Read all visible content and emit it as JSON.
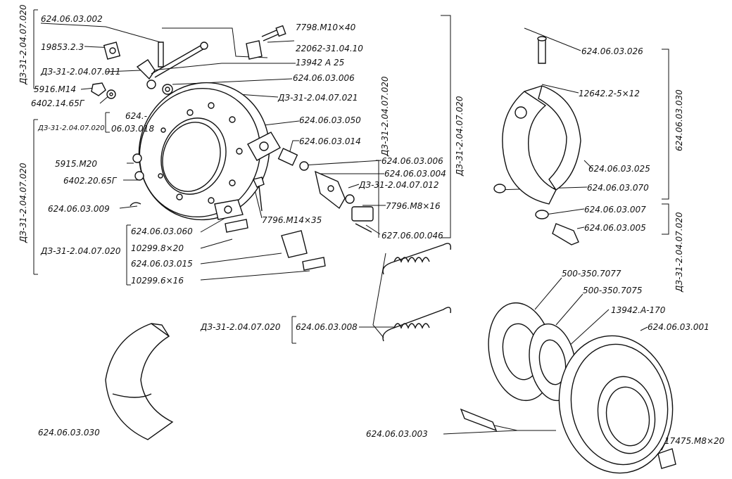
{
  "labels": {
    "l_003_002": "624.06.03.002",
    "l_19853": "19853.2.3",
    "l_d3_011": "ДЗ-31-2.04.07.011",
    "l_5916": "5916.М14",
    "l_6402_14": "6402.14.65Г",
    "l_7798": "7798.М10×40",
    "l_22062": "22062-31.04.10",
    "l_13942a25": "13942 А 25",
    "l_006_top": "624.06.03.006",
    "l_d3_021": "ДЗ-31-2.04.07.021",
    "l_050": "624.06.03.050",
    "l_014": "624.06.03.014",
    "l_006_mid": "624.06.03.006",
    "l_004": "624.06.03.004",
    "l_d3_012": "ДЗ-31-2.04.07.012",
    "l_7796m8": "7796.М8×16",
    "l_627": "627.06.00.046",
    "l_624dash": "624.-",
    "l_018": "06.03.018",
    "l_d3_020_small": "ДЗ-31-2.04.07.020",
    "l_5915": "5915.М20",
    "l_6402_20": "6402.20.65Г",
    "l_009": "624.06.03.009",
    "l_7796m14": "7796.М14×35",
    "l_060": "624.06.03.060",
    "l_10299_8": "10299.8×20",
    "l_015": "624.06.03.015",
    "l_10299_6": "10299.6×16",
    "l_d3_020_left2": "ДЗ-31-2.04.07.020",
    "l_d3_020_spring": "ДЗ-31-2.04.07.020",
    "l_008": "624.06.03.008",
    "l_030_bottom": "624.06.03.030",
    "l_003": "624.06.03.003",
    "l_026": "624.06.03.026",
    "l_12642": "12642.2-5×12",
    "l_025": "624.06.03.025",
    "l_070": "624.06.03.070",
    "l_007": "624.06.03.007",
    "l_005": "624.06.03.005",
    "l_7077": "500-350.7077",
    "l_7075": "500-350.7075",
    "l_13942a170": "13942.А-170",
    "l_001": "624.06.03.001",
    "l_17475": "17475.М8×20"
  },
  "vertical_labels": {
    "v_top_left": "ДЗ-31-2.04.07.020",
    "v_left": "ДЗ-31-2.04.07.020",
    "v_center_small": "ДЗ-31-2.04.07.020",
    "v_center_big": "ДЗ-31-2.04.07.020",
    "v_right_030": "624.06.03.030",
    "v_right_020": "ДЗ-31-2.04.07.020"
  }
}
